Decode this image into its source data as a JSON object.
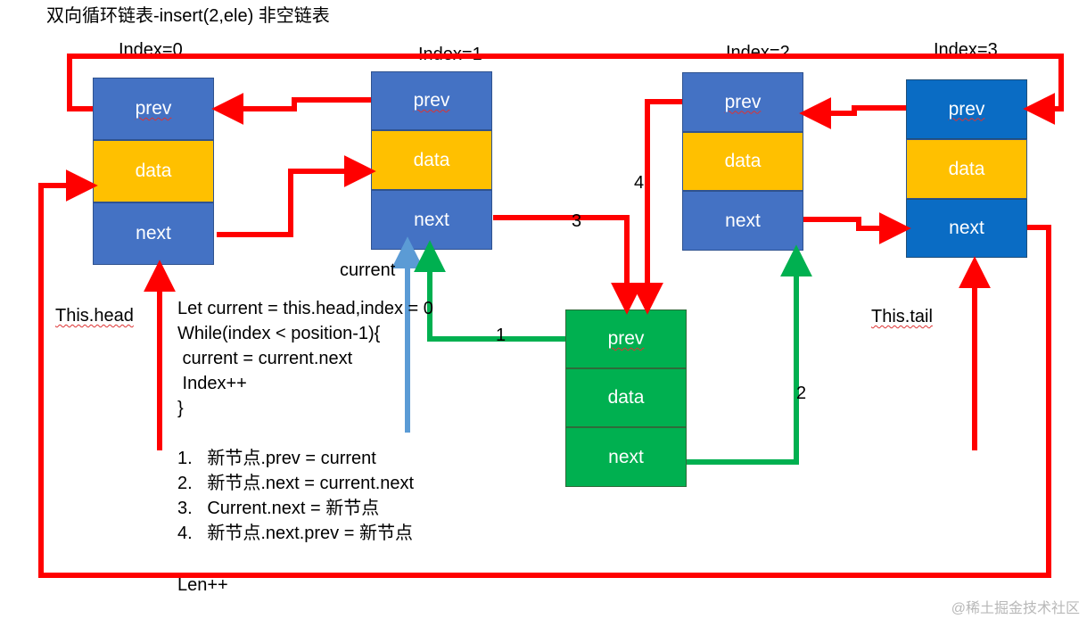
{
  "title": "双向循环链表-insert(2,ele)   非空链表",
  "index_labels": [
    "Index=0",
    "Index=1",
    "Index=2",
    "Index=3"
  ],
  "node_fields": {
    "prev": "prev",
    "data": "data",
    "next": "next"
  },
  "labels": {
    "head": "This.head",
    "tail": "This.tail",
    "current": "current"
  },
  "code": [
    "Let current = this.head,index = 0",
    "While(index < position-1){",
    " current = current.next",
    " Index++",
    "}"
  ],
  "steps": [
    "1.   新节点.prev = current",
    "2.   新节点.next = current.next",
    "3.   Current.next = 新节点",
    "4.   新节点.next.prev = 新节点"
  ],
  "len": "Len++",
  "step_numbers": [
    "1",
    "2",
    "3",
    "4"
  ],
  "watermark": "@稀土掘金技术社区",
  "colors": {
    "node_blue": "#4472c4",
    "node_tail_blue": "#0a6cc4",
    "data_yellow": "#ffc000",
    "new_node_green": "#00b050",
    "arrow_red": "#ff0000",
    "arrow_green": "#00b050",
    "arrow_lightblue": "#5b9bd5"
  }
}
